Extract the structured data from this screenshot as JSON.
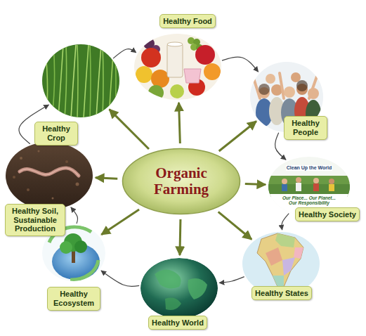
{
  "diagram": {
    "nodes": [
      {
        "text": [
          "Organic Farming"
        ]
      },
      {
        "text": [
          "Healthy Food"
        ]
      },
      {
        "text": [
          "Healthy People"
        ]
      },
      {
        "text": [
          "Healthy Society"
        ]
      },
      {
        "text": [
          "Healthy States"
        ]
      },
      {
        "text": [
          "Healthy World"
        ]
      },
      {
        "text": [
          "Healthy Ecosystem"
        ]
      },
      {
        "text": [
          "Healthy Soil, Sustainable Production"
        ]
      },
      {
        "text": [
          "Healthy Crop"
        ]
      }
    ],
    "edges": [
      {
        "from": 0,
        "to": 1,
        "arrow": "to"
      },
      {
        "from": 0,
        "to": 2,
        "arrow": "to"
      },
      {
        "from": 0,
        "to": 3,
        "arrow": "to"
      },
      {
        "from": 0,
        "to": 4,
        "arrow": "to"
      },
      {
        "from": 0,
        "to": 5,
        "arrow": "to"
      },
      {
        "from": 0,
        "to": 6,
        "arrow": "to"
      },
      {
        "from": 0,
        "to": 7,
        "arrow": "to"
      },
      {
        "from": 0,
        "to": 8,
        "arrow": "to"
      },
      {
        "from": 1,
        "to": 2,
        "arrow": "to"
      },
      {
        "from": 2,
        "to": 3,
        "arrow": "to"
      },
      {
        "from": 3,
        "to": 4,
        "arrow": "to"
      },
      {
        "from": 4,
        "to": 5,
        "arrow": "to"
      },
      {
        "from": 5,
        "to": 6,
        "arrow": "to"
      },
      {
        "from": 6,
        "to": 7,
        "arrow": "to"
      },
      {
        "from": 7,
        "to": 8,
        "arrow": "to"
      },
      {
        "from": 8,
        "to": 1,
        "arrow": "to"
      }
    ],
    "labels": [
      "Clean Up the World",
      "Our Place... Our Planet... Our Responsibility"
    ]
  }
}
